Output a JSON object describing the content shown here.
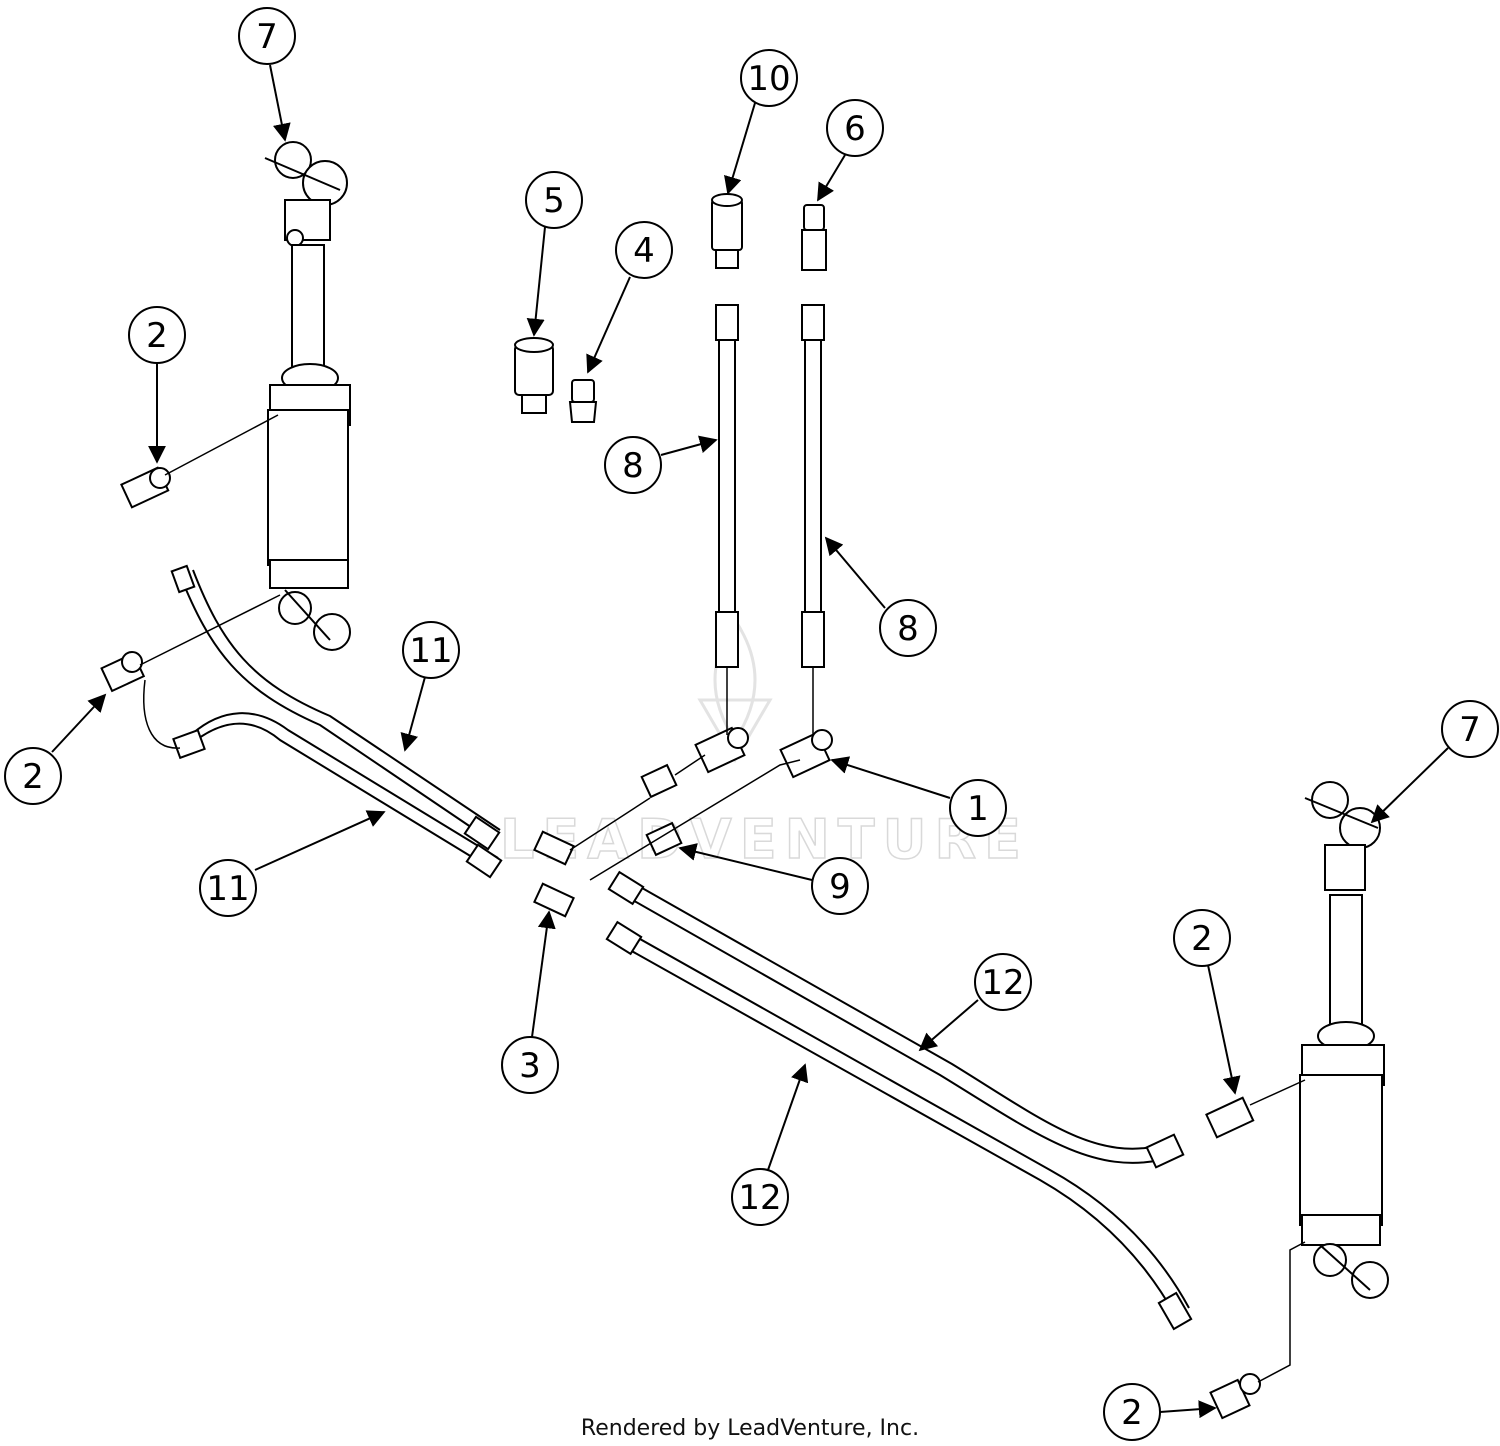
{
  "colors": {
    "line": "#000000",
    "background": "#ffffff",
    "watermark": "#d9d9d9"
  },
  "watermark": {
    "text": "LEADVENTURE"
  },
  "footer": {
    "text": "Rendered by LeadVenture, Inc."
  },
  "callouts": [
    "7",
    "10",
    "6",
    "5",
    "4",
    "2",
    "8",
    "8",
    "11",
    "2",
    "11",
    "1",
    "7",
    "9",
    "2",
    "12",
    "3",
    "12",
    "2"
  ]
}
